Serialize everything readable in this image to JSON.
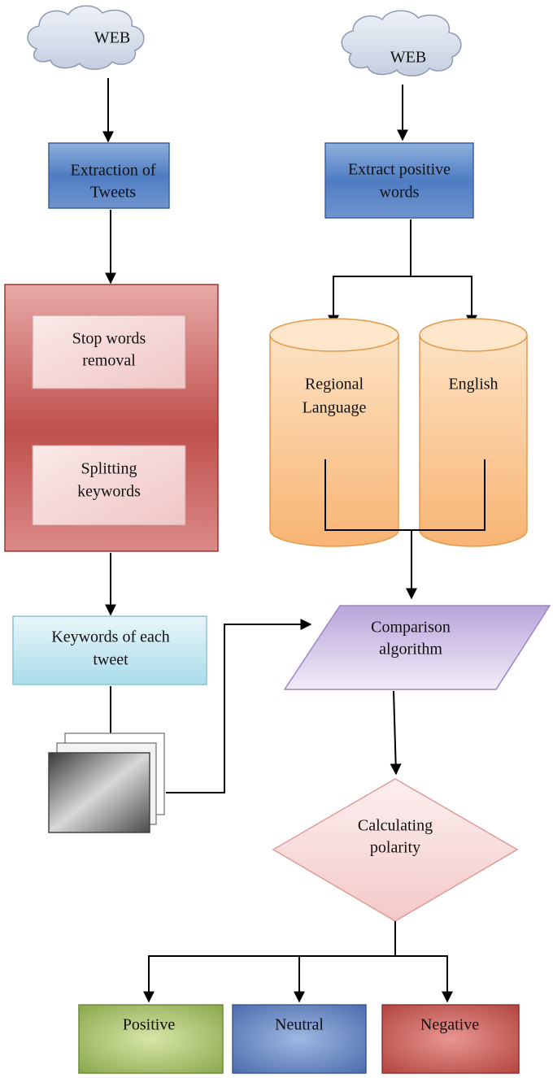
{
  "diagram": {
    "left": {
      "web": "WEB",
      "extract_tweets": [
        "Extraction of",
        "Tweets"
      ],
      "preprocess": {
        "stop_words": [
          "Stop words",
          "removal"
        ],
        "splitting": [
          "Splitting",
          "keywords"
        ]
      },
      "keywords": [
        "Keywords of each",
        "tweet"
      ]
    },
    "right": {
      "web": "WEB",
      "extract_positive": [
        "Extract positive",
        "words"
      ],
      "db_regional": [
        "Regional",
        "Language"
      ],
      "db_english": "English"
    },
    "comparison": [
      "Comparison",
      "algorithm"
    ],
    "polarity": [
      "Calculating",
      "polarity"
    ],
    "outputs": {
      "positive": "Positive",
      "neutral": "Neutral",
      "negative": "Negative"
    }
  },
  "colors": {
    "cloud": "#cdd6e6",
    "blue_box": "#5a86c6",
    "red_box": "#c0504d",
    "cyan_box": "#bfe6ef",
    "orange_db": "#f9c28c",
    "purple_parallelogram": "#c8b6e2",
    "pink_diamond": "#f5d3d3",
    "green_output": "#9bbb59",
    "blue_output": "#5b7fbf",
    "red_output": "#c0504d"
  }
}
